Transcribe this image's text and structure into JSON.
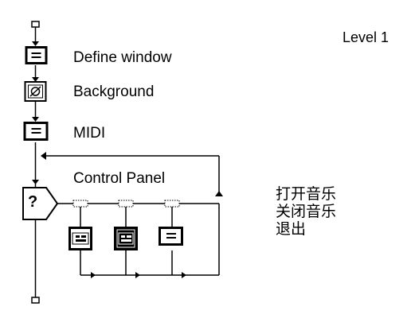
{
  "level": {
    "label": "Level 1"
  },
  "flow": {
    "icons": [
      {
        "label": "Define window",
        "icon": "calc-icon",
        "interactable": true
      },
      {
        "label": "Background",
        "icon": "display-icon",
        "interactable": true
      },
      {
        "label": "MIDI",
        "icon": "calc-icon",
        "interactable": true
      }
    ],
    "decision": {
      "label": "Control Panel",
      "symbol": "?"
    },
    "branches": [
      {
        "icon": "interaction-map-icon",
        "selected": false
      },
      {
        "icon": "interaction-map-icon",
        "selected": true
      },
      {
        "icon": "calc-icon",
        "selected": false
      }
    ]
  },
  "notes": [
    "打开音乐",
    "关闭音乐",
    "退出"
  ]
}
